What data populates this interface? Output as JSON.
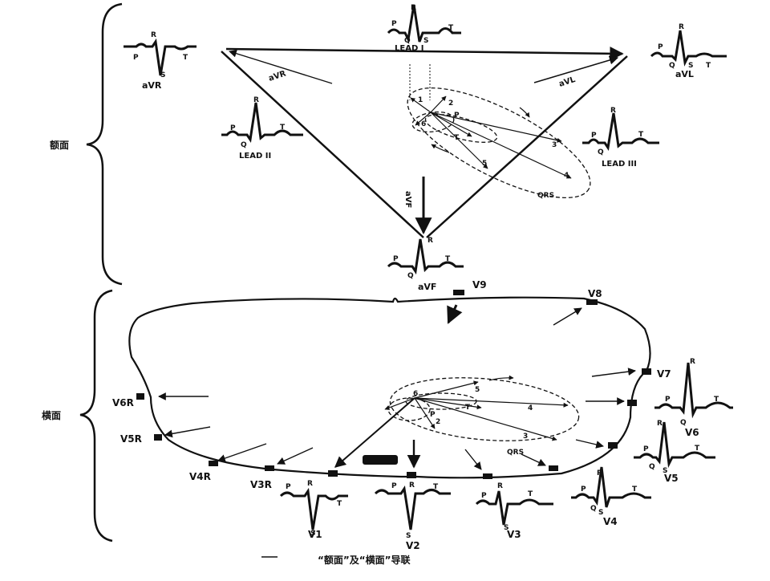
{
  "sections": {
    "frontal": "额面",
    "horizontal": "横面"
  },
  "caption": "“额面”及“横面”导联",
  "frontal": {
    "lead_labels": {
      "lead1": "LEAD I",
      "lead2": "LEAD II",
      "lead3": "LEAD III",
      "aVR": "aVR",
      "aVL": "aVL",
      "aVF": "aVF"
    },
    "axis_labels": {
      "aVR": "aVR",
      "aVL": "aVL",
      "aVF": "aVF"
    },
    "vector_numbers": [
      "1",
      "2",
      "3",
      "4",
      "5",
      "6"
    ],
    "loop_labels": {
      "P": "P",
      "T": "T",
      "QRS": "QRS"
    }
  },
  "horizontal": {
    "electrodes": [
      "V9",
      "V8",
      "V7",
      "V6R",
      "V5R",
      "V4R",
      "V3R"
    ],
    "chest_leads": [
      "V1",
      "V2",
      "V3",
      "V4",
      "V5",
      "V6"
    ],
    "vector_numbers": [
      "2",
      "3",
      "4",
      "5",
      "6"
    ],
    "loop_labels": {
      "P": "P",
      "T": "T",
      "QRS": "QRS"
    }
  },
  "wave_letters": {
    "P": "P",
    "Q": "Q",
    "R": "R",
    "S": "S",
    "T": "T"
  },
  "colors": {
    "ink": "#111111",
    "background": "#ffffff"
  }
}
